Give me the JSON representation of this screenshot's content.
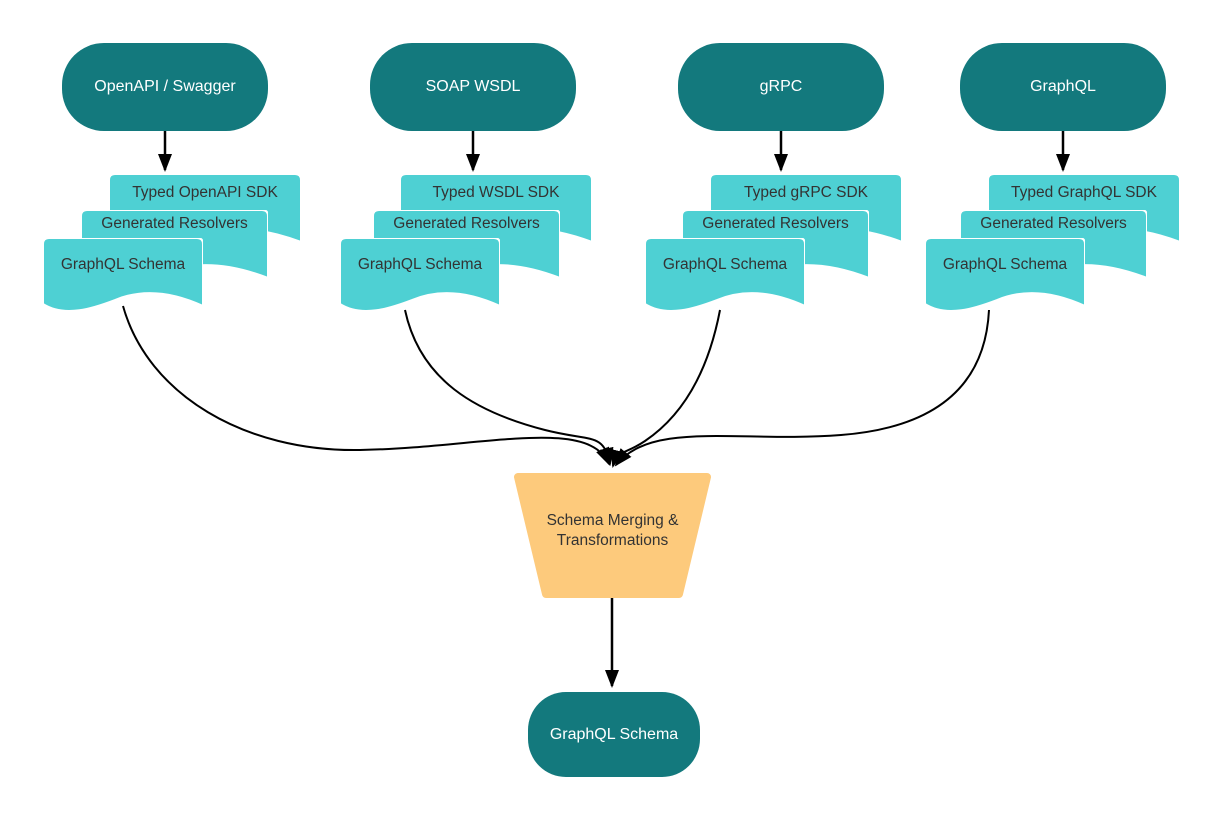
{
  "diagram_title": "",
  "colors": {
    "source_fill": "#13797d",
    "source_text": "#ffffff",
    "document_fill": "#4ed0d3",
    "document_border": "#ffffff",
    "document_text": "#333333",
    "merge_fill": "#fdca7c",
    "merge_text": "#333333",
    "connector": "#000000",
    "background": "#ffffff"
  },
  "sources": [
    {
      "label": "OpenAPI / Swagger"
    },
    {
      "label": "SOAP WSDL"
    },
    {
      "label": "gRPC"
    },
    {
      "label": "GraphQL"
    }
  ],
  "stacks": [
    {
      "documents": [
        "Typed OpenAPI SDK",
        "Generated Resolvers",
        "GraphQL Schema"
      ]
    },
    {
      "documents": [
        "Typed WSDL SDK",
        "Generated Resolvers",
        "GraphQL Schema"
      ]
    },
    {
      "documents": [
        "Typed gRPC SDK",
        "Generated Resolvers",
        "GraphQL Schema"
      ]
    },
    {
      "documents": [
        "Typed GraphQL SDK",
        "Generated Resolvers",
        "GraphQL Schema"
      ]
    }
  ],
  "merge_node": {
    "label": "Schema Merging &\nTransformations"
  },
  "output_node": {
    "label": "GraphQL Schema"
  },
  "edges": [
    {
      "from": "OpenAPI / Swagger",
      "to": "Typed OpenAPI SDK stack"
    },
    {
      "from": "SOAP WSDL",
      "to": "Typed WSDL SDK stack"
    },
    {
      "from": "gRPC",
      "to": "Typed gRPC SDK stack"
    },
    {
      "from": "GraphQL",
      "to": "Typed GraphQL SDK stack"
    },
    {
      "from": "Typed OpenAPI SDK stack",
      "to": "Schema Merging & Transformations"
    },
    {
      "from": "Typed WSDL SDK stack",
      "to": "Schema Merging & Transformations"
    },
    {
      "from": "Typed gRPC SDK stack",
      "to": "Schema Merging & Transformations"
    },
    {
      "from": "Typed GraphQL SDK stack",
      "to": "Schema Merging & Transformations"
    },
    {
      "from": "Schema Merging & Transformations",
      "to": "GraphQL Schema"
    }
  ]
}
